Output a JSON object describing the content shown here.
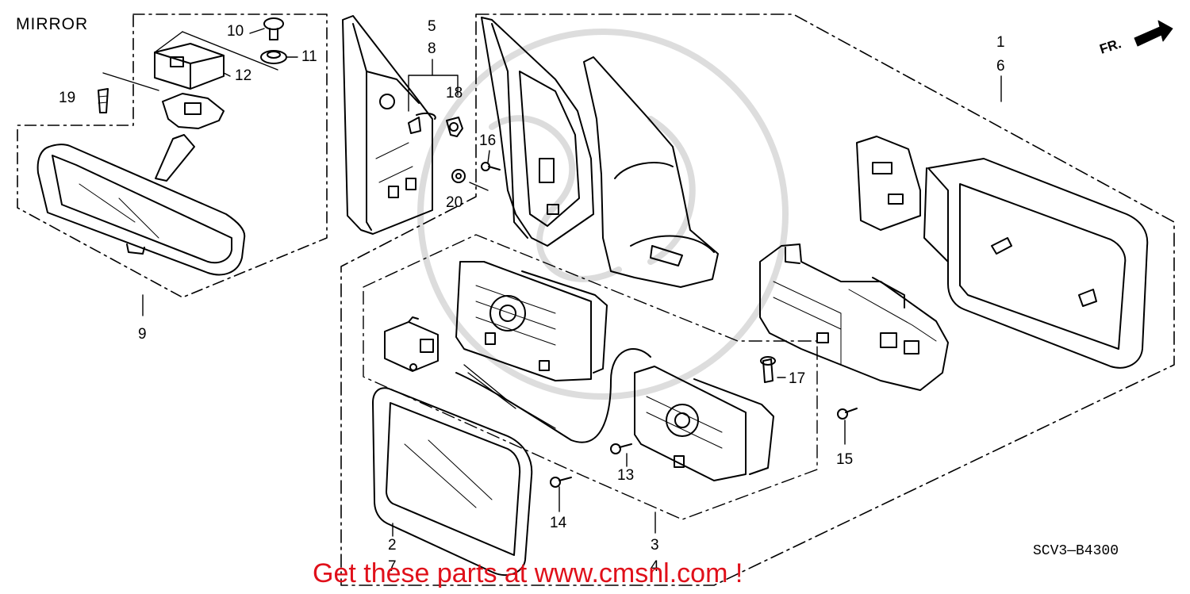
{
  "title": "MIRROR",
  "diagram_code": "SCV3—B4300",
  "direction_label": "FR.",
  "promo_text": "Get these parts at www.cmsnl.com !",
  "colors": {
    "line": "#000000",
    "promo": "#e0101a",
    "watermark": "#d9d9d9"
  },
  "callouts": {
    "c1": "1",
    "c6": "6",
    "c2": "2",
    "c7": "7",
    "c3": "3",
    "c4": "4",
    "c5": "5",
    "c8": "8",
    "c9": "9",
    "c10": "10",
    "c11": "11",
    "c12": "12",
    "c13": "13",
    "c14": "14",
    "c15": "15",
    "c16": "16",
    "c17": "17",
    "c18": "18",
    "c19": "19",
    "c20": "20"
  },
  "parts": [
    "rearview-mirror",
    "mirror-mount-base",
    "mirror-mount-cover",
    "mirror-mount-plate",
    "screw-10",
    "nut-11",
    "bolt-19",
    "inner-garnish",
    "door-mirror-housing",
    "mirror-base-cover",
    "mirror-cap-bracket",
    "mirror-cap",
    "actuator-frame",
    "mirror-actuator-left",
    "mirror-actuator-right",
    "connector",
    "mirror-glass",
    "screw-13",
    "screw-14",
    "screw-15",
    "screw-16",
    "bolt-17",
    "clip-18",
    "grommet-20"
  ]
}
